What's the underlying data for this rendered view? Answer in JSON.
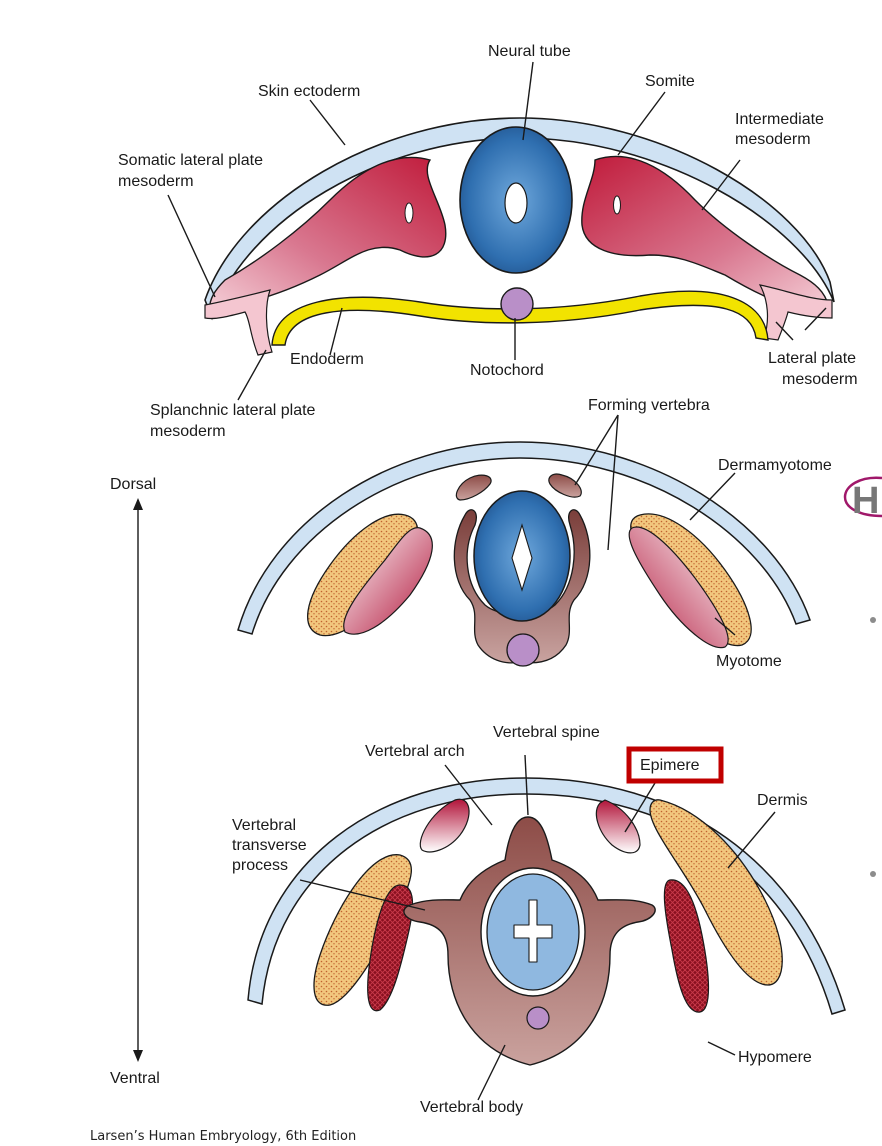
{
  "labels": {
    "neural_tube": "Neural tube",
    "skin_ectoderm": "Skin ectoderm",
    "somite": "Somite",
    "intermediate_mesoderm_1": "Intermediate",
    "intermediate_mesoderm_2": "mesoderm",
    "somatic_lpm_1": "Somatic lateral plate",
    "somatic_lpm_2": "mesoderm",
    "endoderm": "Endoderm",
    "notochord": "Notochord",
    "lateral_plate_1": "Lateral plate",
    "lateral_plate_2": "mesoderm",
    "splanchnic_lpm_1": "Splanchnic lateral plate",
    "splanchnic_lpm_2": "mesoderm",
    "forming_vertebra": "Forming vertebra",
    "dermamyotome": "Dermamyotome",
    "myotome": "Myotome",
    "dorsal": "Dorsal",
    "ventral": "Ventral",
    "vertebral_spine": "Vertebral spine",
    "vertebral_arch": "Vertebral arch",
    "epimere": "Epimere",
    "dermis": "Dermis",
    "vertebral_tp_1": "Vertebral",
    "vertebral_tp_2": "transverse",
    "vertebral_tp_3": "process",
    "hypomere": "Hypomere",
    "vertebral_body": "Vertebral body"
  },
  "caption": "Larsen’s Human Embryology, 6th Edition",
  "slide_fragment_letter": "H",
  "colors": {
    "ectoderm": "#cfe2f3",
    "neural_tube": "#2f6fb0",
    "somite_red": "#c01a3a",
    "endoderm": "#f2e300",
    "notochord": "#b98fc8",
    "vertebra_brown": "#9a5f5b",
    "dermis": "#f2c77e",
    "highlight_box": "#c00000"
  }
}
